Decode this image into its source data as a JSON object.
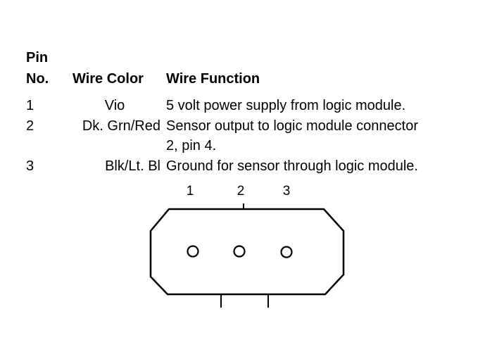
{
  "table": {
    "headers": {
      "pin_line1": "Pin",
      "pin_line2": "No.",
      "wire_color": "Wire Color",
      "wire_function": "Wire Function"
    },
    "rows": [
      {
        "pin": "1",
        "color": "Vio",
        "function": "5 volt power supply from logic module."
      },
      {
        "pin": "2",
        "color": "Dk. Grn/Red",
        "function": "Sensor output to logic module connector",
        "function_cont": "2, pin 4."
      },
      {
        "pin": "3",
        "color": "Blk/Lt. Bl",
        "function": "Ground for sensor through logic module."
      }
    ]
  },
  "connector": {
    "pin_labels": [
      "1",
      "2",
      "3"
    ],
    "stroke_color": "#000000"
  }
}
